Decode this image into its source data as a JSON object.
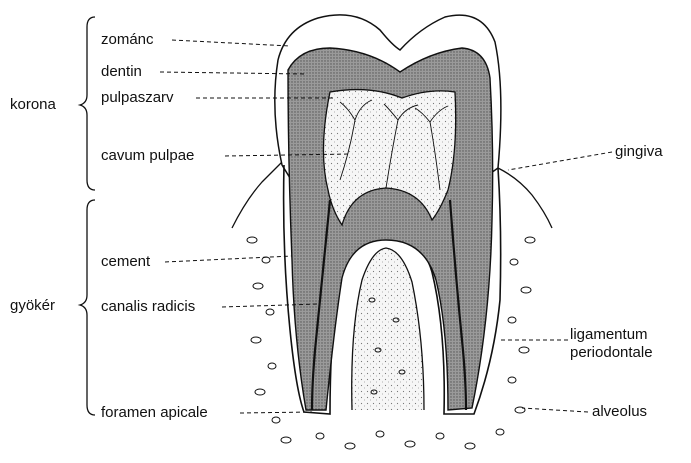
{
  "groups": {
    "korona": "korona",
    "gyoker": "gyökér"
  },
  "labels": {
    "zomanc": "zománc",
    "dentin": "dentin",
    "pulpaszarv": "pulpaszarv",
    "cavum_pulpae": "cavum pulpae",
    "cement": "cement",
    "canalis_radicis": "canalis radicis",
    "foramen_apicale": "foramen apicale",
    "gingiva": "gingiva",
    "ligamentum_line1": "ligamentum",
    "ligamentum_line2": "periodontale",
    "alveolus": "alveolus"
  },
  "colors": {
    "ink": "#111111",
    "dentin_fill": "#8a8a8a",
    "pulp_fill": "#f2f2f2",
    "enamel_fill": "#ffffff"
  }
}
